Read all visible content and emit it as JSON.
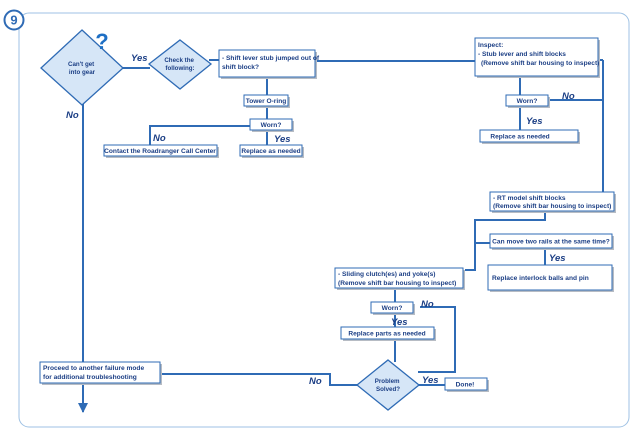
{
  "page": {
    "step_number": "9"
  },
  "colors": {
    "line": "#2f6bb5",
    "text": "#1c3f85",
    "diamond_fill": "#d6e6f7",
    "box_fill": "#ffffff",
    "box_shadow": "#b7bcc4"
  },
  "icons": {
    "question": "question-mark-icon",
    "arrow": "arrow-down-icon"
  },
  "nodes": {
    "cant_get_into_gear": [
      "Can't get",
      "into gear"
    ],
    "check_following": [
      "Check the",
      "following:"
    ],
    "shift_lever_stub": [
      "- Shift lever stub jumped out of",
      "shift block?"
    ],
    "tower_oring": "Tower O-ring",
    "worn_1": "Worn?",
    "contact_roadranger": "Contact the Roadranger Call Center",
    "replace_1": "Replace as needed",
    "inspect": [
      "Inspect:",
      "- Stub lever and shift blocks",
      "(Remove shift bar housing to inspect)"
    ],
    "worn_2": "Worn?",
    "replace_2": "Replace as needed",
    "rt_model": [
      "- RT model shift blocks",
      "(Remove shift bar housing to inspect)"
    ],
    "can_move_two_rails": "Can move two rails at the same time?",
    "replace_interlock": "Replace interlock balls and pin",
    "sliding_clutch": [
      "- Sliding clutch(es) and  yoke(s)",
      "(Remove shift bar housing to inspect)"
    ],
    "worn_3": "Worn?",
    "replace_parts": "Replace parts as needed",
    "proceed": [
      "Proceed to another failure mode",
      "for additional troubleshooting"
    ],
    "problem_solved": [
      "Problem",
      "Solved?"
    ],
    "done": "Done!"
  },
  "labels": {
    "yes_1": "Yes",
    "no_1": "No",
    "no_worn_1": "No",
    "yes_worn_1": "Yes",
    "no_worn_2": "No",
    "yes_worn_2": "Yes",
    "yes_rails": "Yes",
    "no_worn_3": "No",
    "yes_worn_3": "Yes",
    "no_solved": "No",
    "yes_solved": "Yes"
  }
}
